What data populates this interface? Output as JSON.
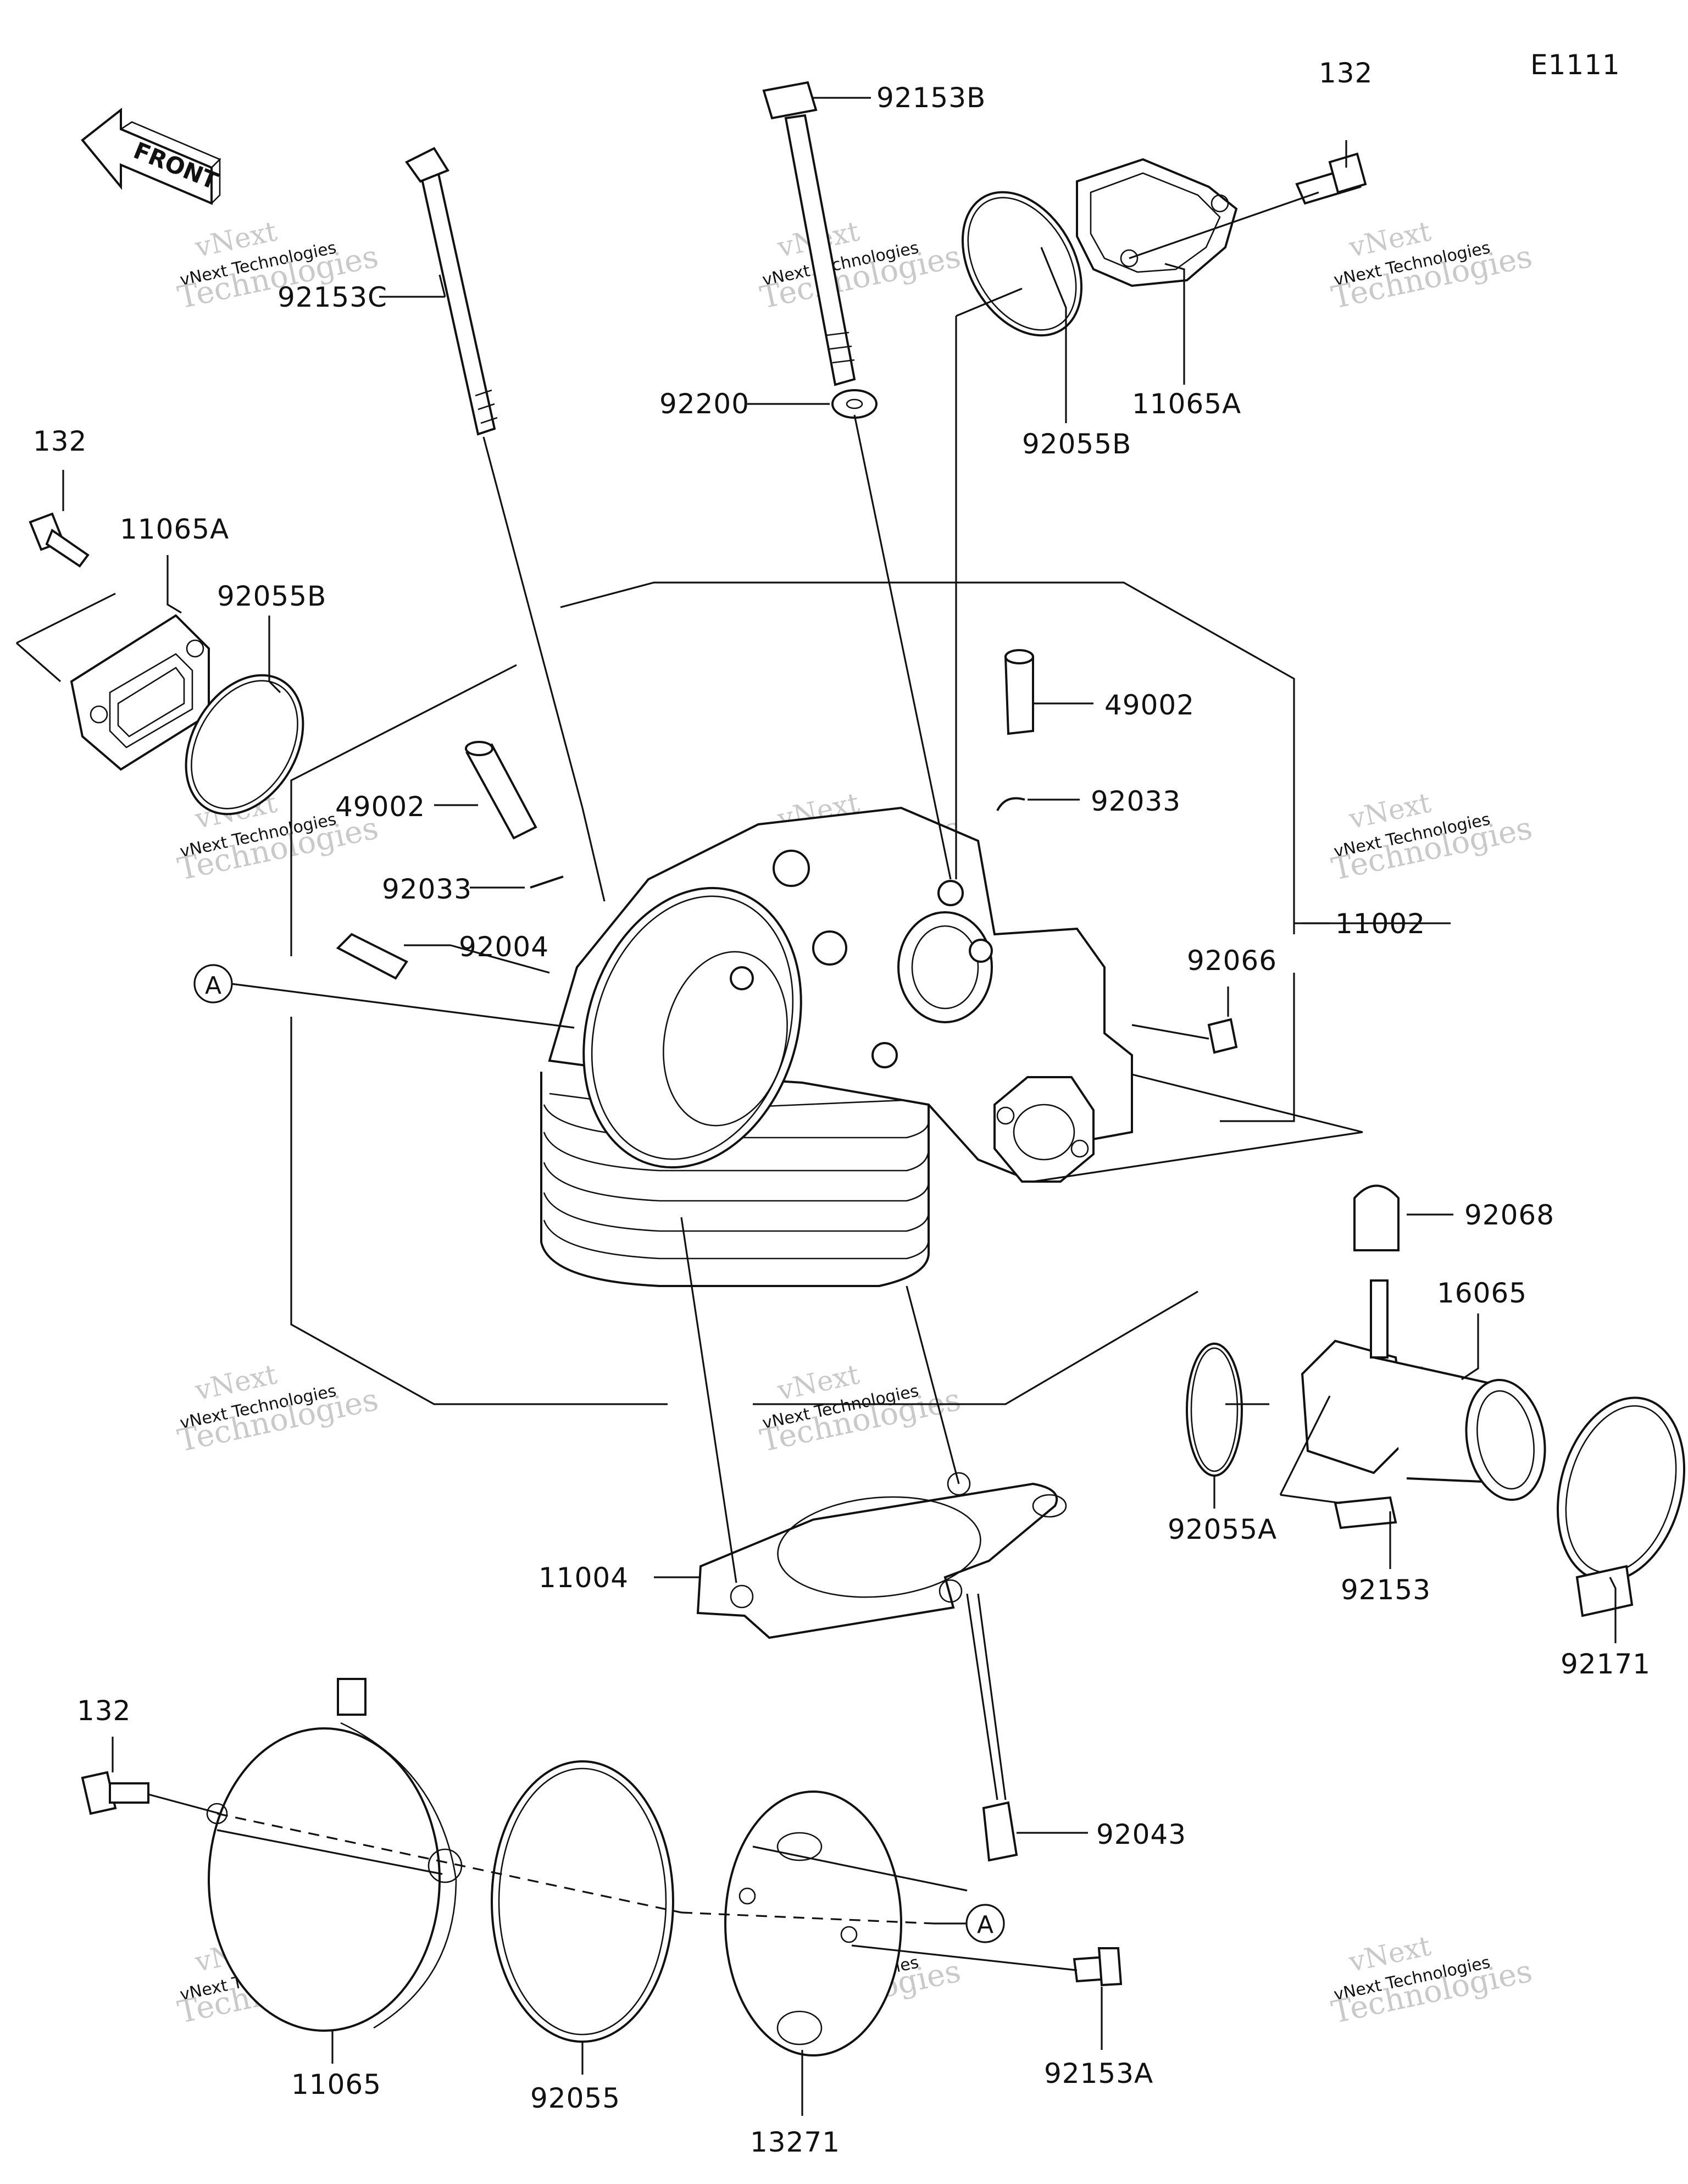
{
  "diagram_code": "E1111",
  "front_label": "FRONT",
  "ref_marker": "A",
  "watermark": {
    "line1": "vNext",
    "line2": "vNext Technologies",
    "line3": "Technologies"
  },
  "labels": {
    "p92153B": "92153B",
    "p132_top": "132",
    "p92153C": "92153C",
    "p92200": "92200",
    "p92055B_top": "92055B",
    "p11065A_top": "11065A",
    "p132_left": "132",
    "p11065A_left": "11065A",
    "p92055B_left": "92055B",
    "p49002_right": "49002",
    "p92033_right": "92033",
    "p49002_left": "49002",
    "p92033_left": "92033",
    "p92004": "92004",
    "p11002": "11002",
    "p92066": "92066",
    "p92068": "92068",
    "p16065": "16065",
    "p92055A": "92055A",
    "p92153": "92153",
    "p92171": "92171",
    "p11004": "11004",
    "p132_bottom": "132",
    "p92043": "92043",
    "p92153A": "92153A",
    "p11065": "11065",
    "p92055": "92055",
    "p13271": "13271"
  }
}
